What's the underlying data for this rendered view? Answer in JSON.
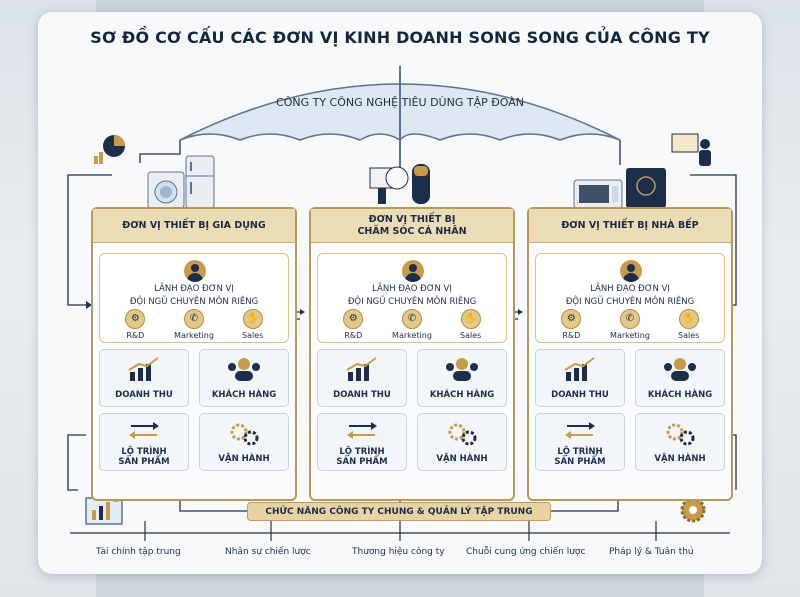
{
  "title": "SƠ ĐỒ CƠ CẤU CÁC ĐƠN VỊ KINH DOANH SONG SONG CỦA CÔNG TY",
  "parent_company": "CÔNG TY CÔNG NGHỆ TIÊU DÙNG TẬP ĐOÀN",
  "units": [
    {
      "name": "ĐƠN VỊ THIẾT BỊ GIA DỤNG",
      "lead": "LÃNH ĐẠO ĐƠN VỊ",
      "team": "ĐỘI NGŨ CHUYÊN MÔN RIÊNG",
      "roles": [
        "R&D",
        "Marketing",
        "Sales"
      ],
      "revenue": "DOANH THU",
      "customers": "KHÁCH HÀNG",
      "roadmap": [
        "LỘ TRÌNH",
        "SẢN PHẨM"
      ],
      "operations": "VẬN HÀNH"
    },
    {
      "name": [
        "ĐƠN VỊ THIẾT BỊ",
        "CHĂM SÓC CÁ NHÂN"
      ],
      "lead": "LÃNH ĐẠO ĐƠN VỊ",
      "team": "ĐỘI NGŨ CHUYÊN MÔN RIÊNG",
      "roles": [
        "R&D",
        "Marketing",
        "Sales"
      ],
      "revenue": "DOANH THU",
      "customers": "KHÁCH HÀNG",
      "roadmap": [
        "LỘ TRÌNH",
        "SẢN PHẨM"
      ],
      "operations": "VẬN HÀNH"
    },
    {
      "name": "ĐƠN VỊ THIẾT BỊ NHÀ BẾP",
      "lead": "LÃNH ĐẠO ĐƠN VỊ",
      "team": "ĐỘI NGŨ CHUYÊN MÔN RIÊNG",
      "roles": [
        "R&D",
        "Marketing",
        "Sales"
      ],
      "revenue": "DOANH THU",
      "customers": "KHÁCH HÀNG",
      "roadmap": [
        "LỘ TRÌNH",
        "SẢN PHẨM"
      ],
      "operations": "VẬN HÀNH"
    }
  ],
  "shared_functions_title": "CHỨC NĂNG CÔNG TY CHUNG & QUẢN LÝ TẬP TRUNG",
  "shared_functions": [
    "Tài chính tập trung",
    "Nhân sự chiến lược",
    "Thương hiệu công ty",
    "Chuỗi cung ứng chiến lược",
    "Pháp lý & Tuân thủ"
  ],
  "colors": {
    "gold": "#b79a5b",
    "navy": "#1d2e4a",
    "header": "#ecdcb6",
    "umbrella": "#dde8f2"
  },
  "icons": [
    "umbrella-icon",
    "pie-chart-icon",
    "washing-machine-icon",
    "refrigerator-icon",
    "hair-dryer-icon",
    "shaver-icon",
    "microwave-icon",
    "induction-cooktop-icon",
    "presenter-icon",
    "user-avatar-icon",
    "gear-icon",
    "megaphone-icon",
    "handshake-icon",
    "growth-chart-icon",
    "group-icon",
    "exchange-arrows-icon",
    "gears-icon",
    "finance-report-icon"
  ]
}
